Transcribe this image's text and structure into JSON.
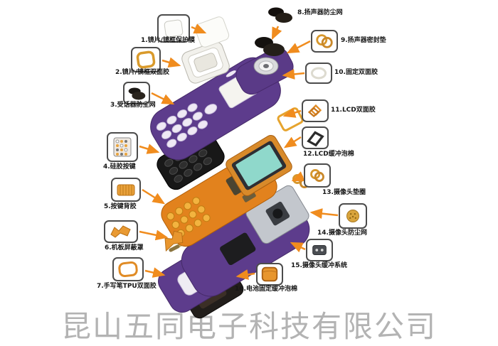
{
  "watermark": "昆山五同电子科技有限公司",
  "parts": [
    {
      "num": 1,
      "label": "1.镜片/镜框保护膜",
      "icon": "protective-film-icon"
    },
    {
      "num": 2,
      "label": "2.镜片/镜框双面胶",
      "icon": "frame-adhesive-icon"
    },
    {
      "num": 3,
      "label": "3.受话器防尘网",
      "icon": "receiver-dust-net-icon"
    },
    {
      "num": 4,
      "label": "4.硅胶按键",
      "icon": "silicone-keypad-icon"
    },
    {
      "num": 5,
      "label": "5.按键背胶",
      "icon": "keypad-adhesive-icon"
    },
    {
      "num": 6,
      "label": "6.机板屏蔽罩",
      "icon": "board-shield-icon"
    },
    {
      "num": 7,
      "label": "7.手写笔TPU双面胶",
      "icon": "tpu-adhesive-icon"
    },
    {
      "num": 8,
      "label": "8.扬声器防尘网",
      "icon": "speaker-dust-net-icon"
    },
    {
      "num": 9,
      "label": "9.扬声器密封垫",
      "icon": "speaker-gasket-icon"
    },
    {
      "num": 10,
      "label": "10.固定双面胶",
      "icon": "fixing-adhesive-icon"
    },
    {
      "num": 11,
      "label": "11.LCD双面胶",
      "icon": "lcd-adhesive-icon"
    },
    {
      "num": 12,
      "label": "12.LCD缓冲泡棉",
      "icon": "lcd-foam-icon"
    },
    {
      "num": 13,
      "label": "13.摄像头垫圈",
      "icon": "camera-gasket-icon"
    },
    {
      "num": 14,
      "label": "14.摄像头防尘网",
      "icon": "camera-dust-net-icon"
    },
    {
      "num": 15,
      "label": "15.摄像头缓冲系统",
      "icon": "camera-buffer-icon"
    },
    {
      "num": 16,
      "label": "16.电池固定缓冲泡棉",
      "icon": "battery-foam-icon"
    }
  ],
  "colors": {
    "housing_purple": "#5d3c8c",
    "pcb_orange": "#e2821d",
    "lcd_teal": "#8fd8cb",
    "gold": "#e8b04a",
    "arrow_orange": "#f08c1e",
    "watermark_gray": "#b3b3b3"
  }
}
